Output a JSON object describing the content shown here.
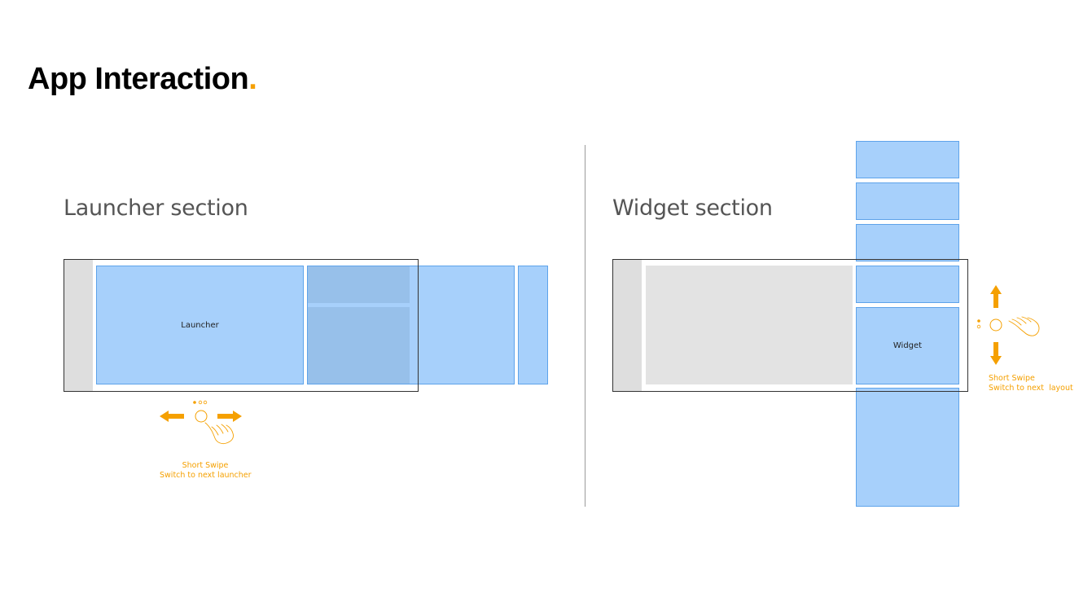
{
  "page": {
    "title": "App Interaction",
    "title_dot": ".",
    "accent_color": "#f5a000",
    "panel_color": "#a7d0fb"
  },
  "launcher_section": {
    "heading": "Launcher section",
    "launcher_label": "Launcher",
    "gesture": {
      "direction": "horizontal",
      "icon": "hand-swipe-icon",
      "page_dots": 3,
      "active_dot": 1
    },
    "caption_line1": "Short Swipe",
    "caption_line2": "Switch to next launcher"
  },
  "widget_section": {
    "heading": "Widget section",
    "widget_label": "Widget",
    "gesture": {
      "direction": "vertical",
      "icon": "hand-swipe-icon",
      "page_dots": 2,
      "active_dot": 1
    },
    "caption_line1": "Short Swipe",
    "caption_line2": "Switch to next  layout"
  }
}
